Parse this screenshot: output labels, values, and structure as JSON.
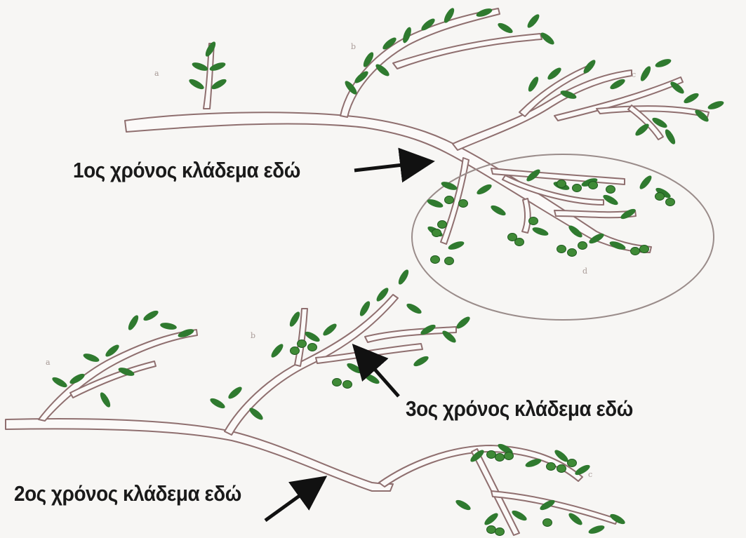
{
  "labels": {
    "year1": "1ος χρόνος κλάδεμα εδώ",
    "year2": "2ος χρόνος κλάδεμα εδώ",
    "year3": "3ος χρόνος κλάδεμα εδώ"
  },
  "markers": {
    "top_a": "a",
    "top_b": "b",
    "top_c": "c",
    "top_d": "d",
    "bottom_a": "a",
    "bottom_b": "b",
    "bottom_c": "c"
  },
  "colors": {
    "background": "#f7f6f4",
    "branch_outline": "#8f6f6f",
    "branch_fill": "#fbf9f8",
    "leaf": "#2f7a2f",
    "olive": "#3f8a36",
    "arrow": "#111111",
    "circle": "#9a8c8a"
  }
}
